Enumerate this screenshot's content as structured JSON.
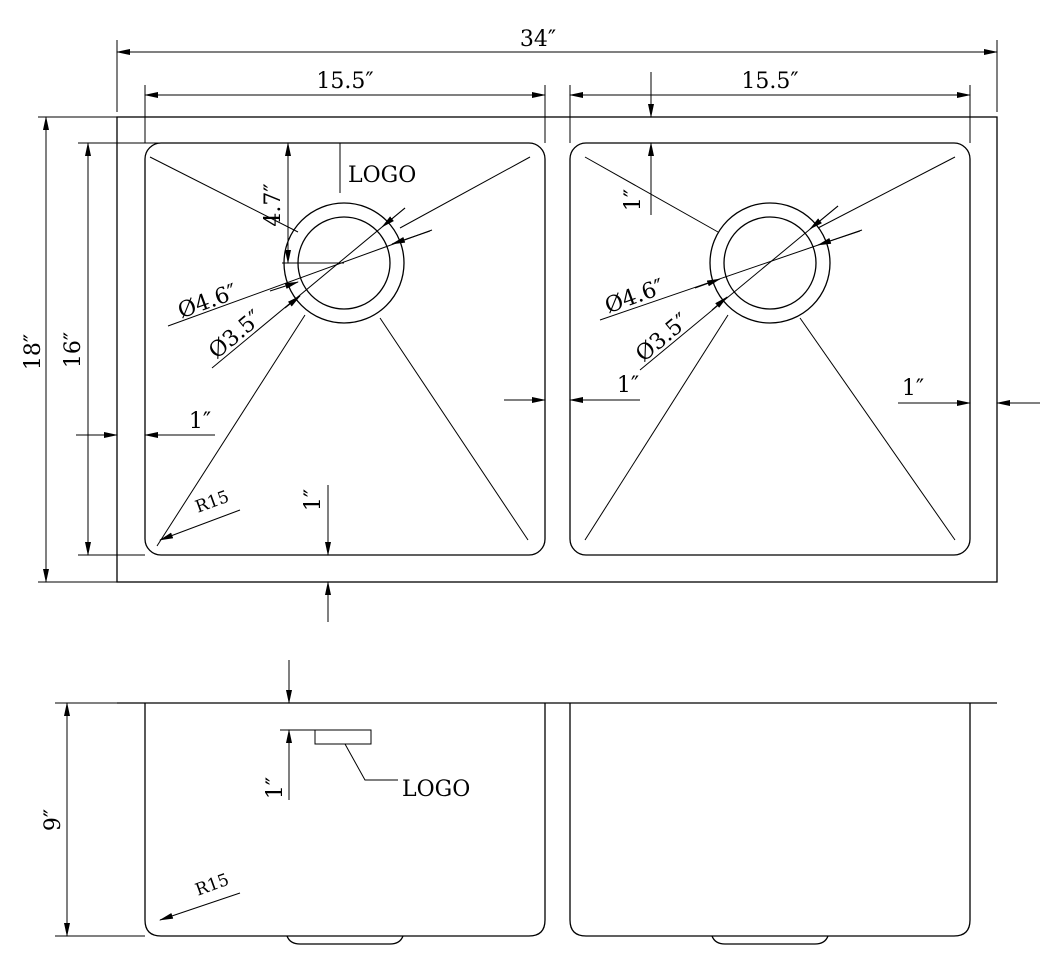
{
  "top_view": {
    "overall_width": "34″",
    "bowl_left_width": "15.5″",
    "bowl_right_width": "15.5″",
    "overall_depth": "18″",
    "bowl_depth": "16″",
    "drain_offset": "4.7″",
    "logo_label": "LOGO",
    "left_drain_outer": "Ø4.6″",
    "left_drain_inner": "Ø3.5″",
    "right_drain_outer": "Ø4.6″",
    "right_drain_inner": "Ø3.5″",
    "right_top_margin": "1″",
    "left_side_margin": "1″",
    "center_divider_margin": "1″",
    "right_side_margin": "1″",
    "bottom_margin": "1″",
    "corner_radius": "R15"
  },
  "side_view": {
    "bowl_height": "9″",
    "logo_offset": "1″",
    "logo_label": "LOGO",
    "corner_radius": "R15"
  }
}
